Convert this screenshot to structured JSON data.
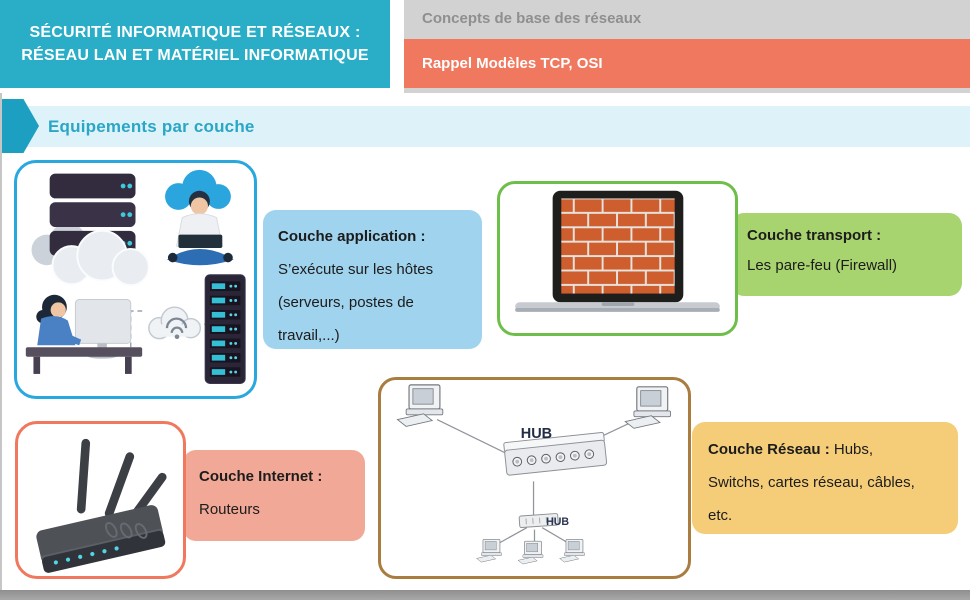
{
  "header": {
    "title": "SÉCURITÉ INFORMATIQUE ET RÉSEAUX : RÉSEAU LAN ET MATÉRIEL INFORMATIQUE",
    "subtitle": "Concepts de base des réseaux",
    "topic": "Rappel Modèles TCP, OSI"
  },
  "section": {
    "heading": "Equipements par couche"
  },
  "cards": {
    "application": {
      "title": "Couche application :",
      "body": "S’exécute sur les hôtes (serveurs, postes de travail,...)"
    },
    "transport": {
      "title": "Couche transport :",
      "body": "Les pare-feu (Firewall)"
    },
    "internet": {
      "title": "Couche Internet :",
      "body": "Routeurs"
    },
    "reseau": {
      "title": "Couche Réseau :",
      "body": "Hubs, Switchs, cartes réseau, câbles, etc."
    }
  },
  "diagram": {
    "hub_main": "HUB",
    "hub_secondary": "HUB"
  },
  "colors": {
    "header_teal": "#2aaec7",
    "topic_salmon": "#f0785f",
    "gray_strip": "#d2d2d2",
    "banner_bg": "#def2fa",
    "banner_text": "#2aa6c6",
    "arrow_teal": "#1c9fc0",
    "app_border": "#29a8e0",
    "app_label": "#a0d3ee",
    "transport_border": "#6ebf4a",
    "transport_label": "#a8d46f",
    "internet_border": "#f0785e",
    "internet_label": "#f2a897",
    "reseau_border": "#a97c3f",
    "reseau_label": "#f5cd79",
    "bottom_bar": "#9b9b9b"
  }
}
